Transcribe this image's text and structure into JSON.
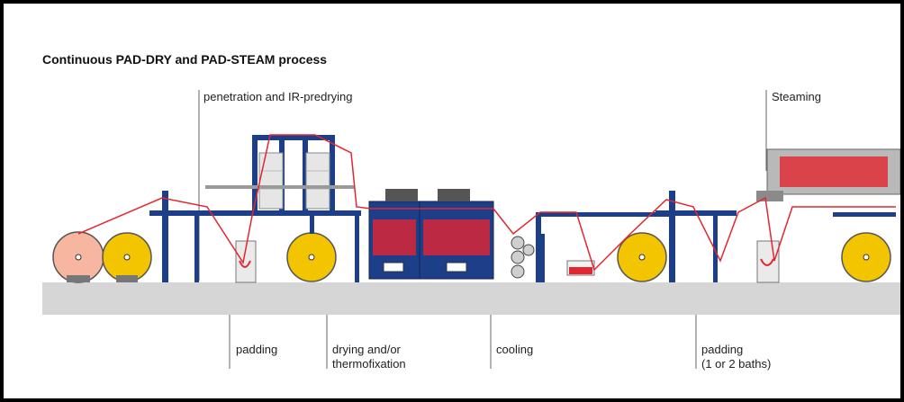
{
  "diagram": {
    "title": "Continuous PAD-DRY and PAD-STEAM process",
    "labels": {
      "penetration": "penetration and IR-predrying",
      "steaming": "Steaming",
      "padding1": "padding",
      "drying_line1": "drying and/or",
      "drying_line2": "thermofixation",
      "cooling": "cooling",
      "padding2_line1": "padding",
      "padding2_line2": "(1 or 2 baths)"
    },
    "colors": {
      "frame_blue": "#1d3f8a",
      "web_red": "#e3262f",
      "roll_yellow": "#f2c500",
      "roll_pink": "#f6b6a0",
      "floor_gray": "#d4d4d4",
      "steel_gray": "#8f8f8f"
    }
  }
}
